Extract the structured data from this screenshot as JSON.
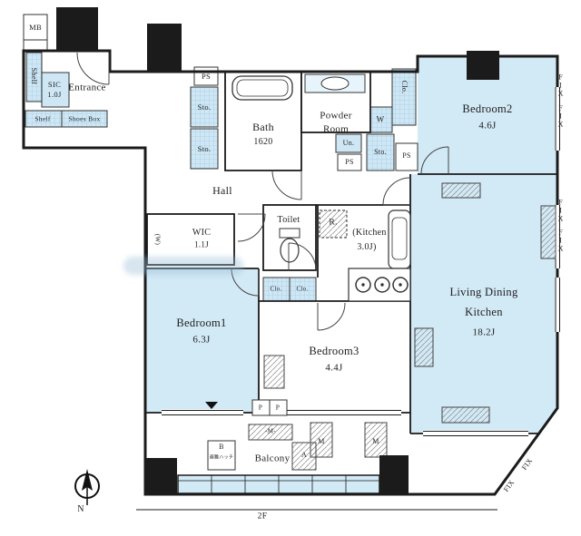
{
  "plan": {
    "floor": "2F",
    "north": "N"
  },
  "rooms": {
    "entrance": {
      "label": "Entrance"
    },
    "hall": {
      "label": "Hall"
    },
    "bath": {
      "label": "Bath",
      "size": "1620"
    },
    "powder_room": {
      "line1": "Powder",
      "line2": "Room"
    },
    "toilet": {
      "label": "Toilet"
    },
    "wic": {
      "label": "WIC",
      "size": "1.1J"
    },
    "sic": {
      "label": "SIC",
      "size": "1.0J"
    },
    "kitchen": {
      "line1": "(Kitchen",
      "line2": "3.0J)"
    },
    "bedroom1": {
      "label": "Bedroom1",
      "size": "6.3J"
    },
    "bedroom2": {
      "label": "Bedroom2",
      "size": "4.6J"
    },
    "bedroom3": {
      "label": "Bedroom3",
      "size": "4.4J"
    },
    "ldk": {
      "line1": "Living Dining",
      "line2": "Kitchen",
      "size": "18.2J"
    },
    "balcony": {
      "label": "Balcony"
    }
  },
  "fixtures": {
    "mb": "MB",
    "ps": "PS",
    "sto": "Sto.",
    "clo": "Clo.",
    "shelf": "Shelf",
    "shoes_box": "Shoes Box",
    "washer": "W",
    "washer_paren": "(W)",
    "unit": "Un.",
    "fridge": "R.",
    "fix_window": "FIX",
    "pipe": "P",
    "meter": "M",
    "meter_dash": "-M-",
    "vent_a": "A",
    "hatch_b": "B",
    "hatch_note": "避難ハッチ"
  },
  "colors": {
    "wall": "#1b1b1b",
    "room_blue": "#d2e9f6",
    "storage_blue": "#cfe7f5",
    "hatch_gray": "#8a8a8a"
  }
}
